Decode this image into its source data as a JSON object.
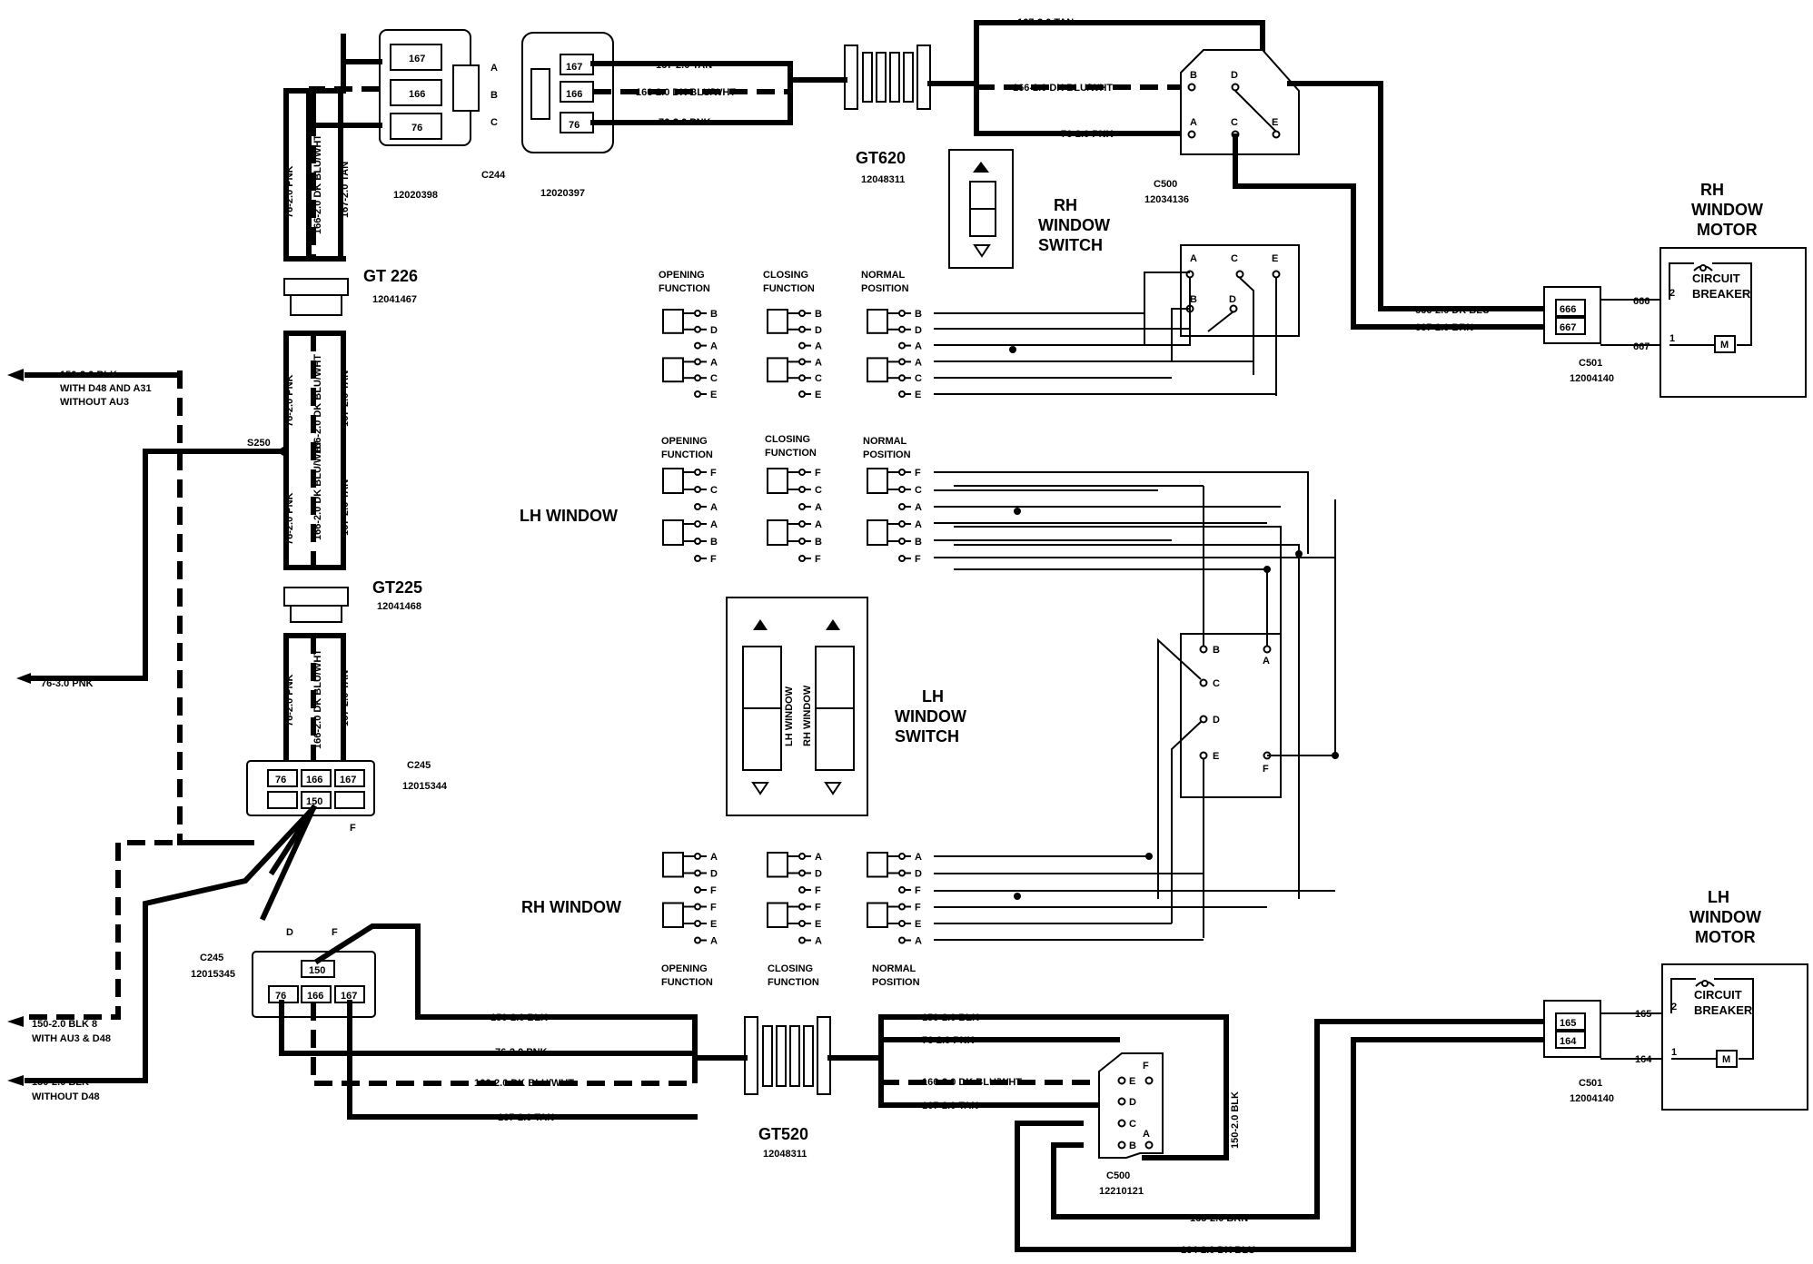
{
  "title": {
    "rh_window_switch": [
      "RH",
      "WINDOW",
      "SWITCH"
    ],
    "lh_window_switch": [
      "LH",
      "WINDOW",
      "SWITCH"
    ],
    "rh_window_motor": [
      "RH",
      "WINDOW",
      "MOTOR"
    ],
    "lh_window_motor": [
      "LH",
      "WINDOW",
      "MOTOR"
    ],
    "lh_window": "LH WINDOW",
    "rh_window": "RH WINDOW"
  },
  "connectors": {
    "c244": "C244",
    "c244_part_a": "12020398",
    "c244_part_b": "12020397",
    "c244_pins": [
      "167",
      "166",
      "76"
    ],
    "c244_letters": [
      "A",
      "B",
      "C"
    ],
    "gt620": "GT620",
    "gt620_part": "12048311",
    "gt226": "GT 226",
    "gt226_part": "12041467",
    "gt225": "GT225",
    "gt225_part": "12041468",
    "s250": "S250",
    "c245_top": "C245",
    "c245_top_part": "12015344",
    "c245_top_pins": [
      "76",
      "166",
      "167",
      "150"
    ],
    "c245_top_f": "F",
    "c245_bot": "C245",
    "c245_bot_part": "12015345",
    "c245_bot_pins": [
      "150",
      "76",
      "166",
      "167"
    ],
    "c245_bot_d": "D",
    "c245_bot_f": "F",
    "c500_top": "C500",
    "c500_top_part": "12034136",
    "c500_bot": "C500",
    "c500_bot_part": "12210121",
    "c501_top": "C501",
    "c501_top_part": "12004140",
    "c501_top_pins": [
      "666",
      "667"
    ],
    "c501_bot": "C501",
    "c501_bot_part": "12004140",
    "c501_bot_pins": [
      "165",
      "164"
    ],
    "gt520": "GT520",
    "gt520_part": "12048311"
  },
  "wires": {
    "top_tan": "167-2.0 TAN",
    "top_blu": "166-2.0 DK BLU/WHT",
    "top_pnk": "76-2.0 PNK",
    "vert_pnk": "76-2.0 PNK",
    "vert_blu": "166-2.0 DK BLU/WHT",
    "vert_tan": "167-2.0 TAN",
    "rh_blu": "666-2.0 DK BLU",
    "rh_brn": "667-2.0 BRN",
    "blk_d48_a31": [
      "150-2.0 BLK",
      "WITH D48 AND A31",
      "WITHOUT AU3"
    ],
    "pnk_in": "76-3.0 PNK",
    "blk_au3": [
      "150-2.0 BLK 8",
      "WITH AU3 & D48"
    ],
    "blk_no_d48": [
      "150-2.0 BLK",
      "WITHOUT D48"
    ],
    "bot_blk": "150-2.0 BLK",
    "bot_pnk": "76-2.0 PNK",
    "bot_blu": "166-2.0 DK BLU/WHT",
    "bot_tan": "167-2.0 TAN",
    "lh_blk_vert": "150-2.0 BLK",
    "lh_brn": "165-2.0 BRN",
    "lh_blu": "164-2.0 DK BLU"
  },
  "motor": {
    "circuit_breaker": [
      "CIRCUIT",
      "BREAKER"
    ],
    "rh_pins": [
      "666",
      "667"
    ],
    "lh_pins": [
      "165",
      "164"
    ],
    "pin_nums": [
      "2",
      "1"
    ],
    "m": "M"
  },
  "functions": {
    "opening": [
      "OPENING",
      "FUNCTION"
    ],
    "closing": [
      "CLOSING",
      "FUNCTION"
    ],
    "normal": [
      "NORMAL",
      "POSITION"
    ]
  },
  "switch_labels": {
    "lh_window_vert": "LH WINDOW",
    "rh_window_vert": "RH WINDOW"
  },
  "letters": {
    "rh_sw_top": [
      "A",
      "C",
      "E",
      "B",
      "D"
    ],
    "c500_top": [
      "B",
      "D",
      "A",
      "C",
      "E"
    ],
    "lh_sw": [
      "B",
      "A",
      "C",
      "D",
      "E",
      "F"
    ],
    "c500_bot": [
      "F",
      "E",
      "D",
      "C",
      "B",
      "A"
    ],
    "grp1_open": [
      "B",
      "D",
      "A",
      "A",
      "C",
      "E"
    ],
    "grp1_close": [
      "B",
      "D",
      "A",
      "A",
      "C",
      "E"
    ],
    "grp1_norm": [
      "B",
      "D",
      "A",
      "A",
      "C",
      "E"
    ],
    "grp2_open": [
      "F",
      "C",
      "A",
      "A",
      "B",
      "F"
    ],
    "grp2_close": [
      "F",
      "C",
      "A",
      "A",
      "B",
      "F"
    ],
    "grp2_norm": [
      "F",
      "C",
      "A",
      "A",
      "B",
      "F"
    ],
    "grp3_open": [
      "A",
      "D",
      "F",
      "F",
      "E",
      "A"
    ],
    "grp3_close": [
      "A",
      "D",
      "F",
      "F",
      "E",
      "A"
    ],
    "grp3_norm": [
      "A",
      "D",
      "F",
      "F",
      "E",
      "A"
    ]
  }
}
